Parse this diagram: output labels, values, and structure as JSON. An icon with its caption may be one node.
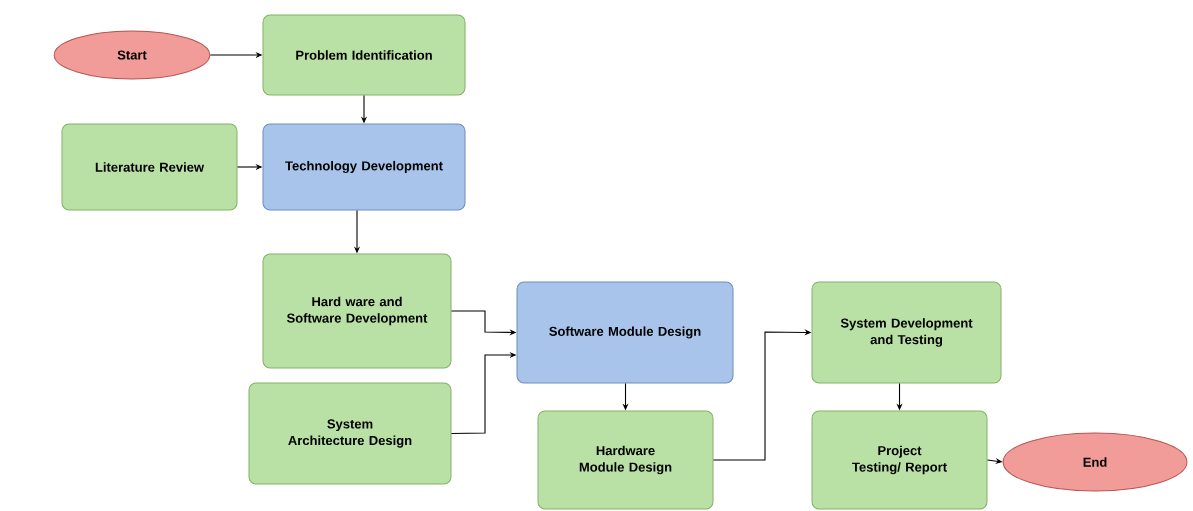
{
  "diagram": {
    "nodes": [
      {
        "text": [
          "Start"
        ]
      },
      {
        "text": [
          "Problem Identification"
        ]
      },
      {
        "text": [
          "Literature Review"
        ]
      },
      {
        "text": [
          "Technology Development"
        ]
      },
      {
        "text": [
          "Hard ware and Software Development"
        ]
      },
      {
        "text": [
          "System Architecture Design"
        ]
      },
      {
        "text": [
          "Software Module Design"
        ]
      },
      {
        "text": [
          "Hardware Module Design"
        ]
      },
      {
        "text": [
          "System Development and Testing"
        ]
      },
      {
        "text": [
          "Project Testing/ Report"
        ]
      },
      {
        "text": [
          "End"
        ]
      }
    ],
    "edges": [
      {
        "from": 0,
        "to": 1,
        "arrow": "to"
      },
      {
        "from": 1,
        "to": 3,
        "arrow": "to"
      },
      {
        "from": 2,
        "to": 3,
        "arrow": "to"
      },
      {
        "from": 3,
        "to": 4,
        "arrow": "to"
      },
      {
        "from": 4,
        "to": 6,
        "arrow": "to"
      },
      {
        "from": 5,
        "to": 6,
        "arrow": "to"
      },
      {
        "from": 6,
        "to": 7,
        "arrow": "to"
      },
      {
        "from": 7,
        "to": 8,
        "arrow": "to"
      },
      {
        "from": 8,
        "to": 9,
        "arrow": "to"
      },
      {
        "from": 9,
        "to": 10,
        "arrow": "to"
      }
    ]
  }
}
